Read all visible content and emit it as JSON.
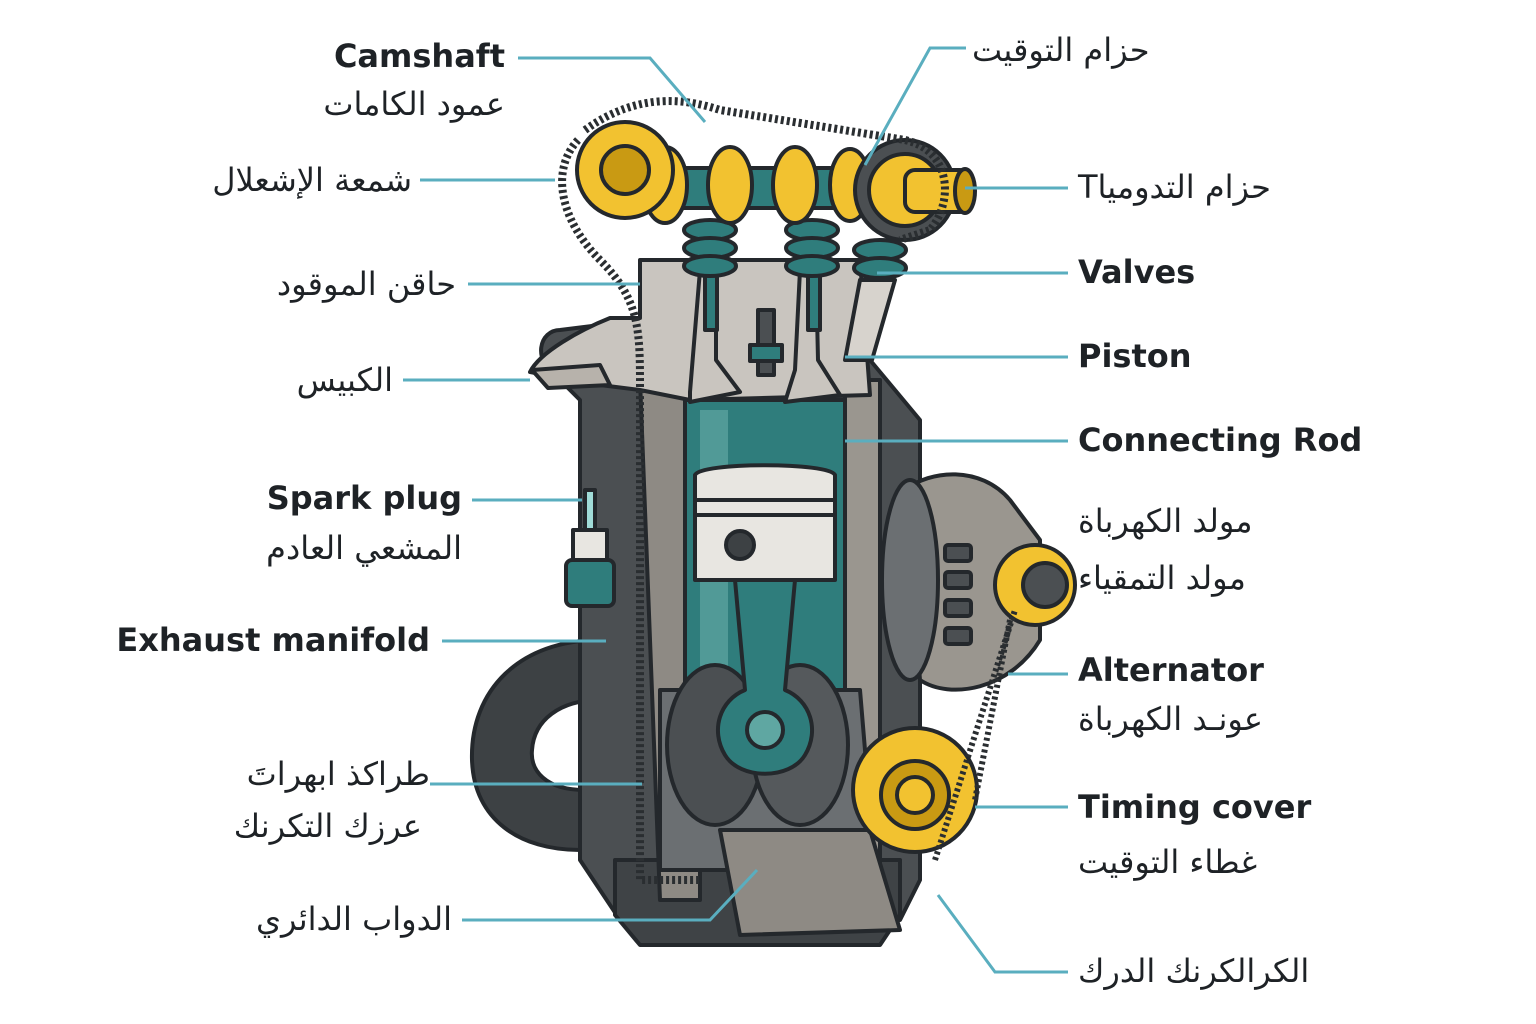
{
  "colors": {
    "leader": "#5aaebf",
    "outline": "#24282c",
    "block_dark": "#4b4f52",
    "block_mid": "#8e8a84",
    "block_light": "#c9c5bf",
    "teal": "#2f7d7c",
    "teal_light": "#5fa7a2",
    "yellow": "#f2c230",
    "yellow_dark": "#c99a13",
    "silver": "#e8e6e1"
  },
  "labels_left": [
    {
      "id": "camshaft",
      "en": "Camshaft",
      "ar": "عمود الكامات"
    },
    {
      "id": "spark-plug-ar",
      "ar": "شمعة الإشعلال"
    },
    {
      "id": "fuel-injector",
      "ar": "حاقن الموقود"
    },
    {
      "id": "piston-ar",
      "ar": "الكبيس"
    },
    {
      "id": "spark-plug",
      "en": "Spark plug",
      "ar": "المشعي العادم"
    },
    {
      "id": "exhaust-manifold",
      "en": "Exhaust manifold"
    },
    {
      "id": "crankshaft",
      "ar": "طراكذ ابهراتَ",
      "ar2": "عرزك التكرنك"
    },
    {
      "id": "flywheel",
      "ar": "الدواب الدائري"
    }
  ],
  "labels_right": [
    {
      "id": "timing-belt-top",
      "ar": "حزام التوقيت"
    },
    {
      "id": "timing-belt",
      "ar": "حزام التدومياT"
    },
    {
      "id": "valves",
      "en": "Valves"
    },
    {
      "id": "piston",
      "en": "Piston"
    },
    {
      "id": "connecting-rod",
      "en": "Connecting Rod"
    },
    {
      "id": "generator",
      "ar": "مولد الكهرباة",
      "ar2": "مولد التمقياء"
    },
    {
      "id": "alternator",
      "en": "Alternator",
      "ar": "عونـد الكهرباة"
    },
    {
      "id": "timing-cover",
      "en": "Timing cover",
      "ar": "غطاء التوقيت"
    },
    {
      "id": "crank-pulley",
      "ar": "الكرالكرنك الدرك"
    }
  ]
}
